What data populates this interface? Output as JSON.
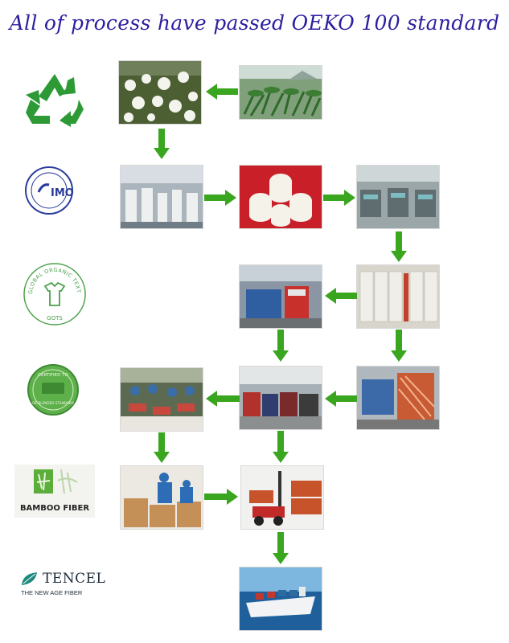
{
  "title": "All of process have passed OEKO 100 standard",
  "logos": {
    "recycle": "recycle-icon",
    "imo": {
      "name": "imo-certificate-logo",
      "text": "IMO"
    },
    "gots": {
      "name": "gots-logo",
      "ring_text": "GLOBAL ORGANIC TEXTILE STANDARD",
      "bottom_text": "GOTS"
    },
    "certified_oe": {
      "name": "certified-oe-logo",
      "top": "CERTIFIED TO",
      "bottom": "OE BLENDED STANDARD"
    },
    "bamboo": {
      "name": "bamboo-fiber-logo",
      "label": "BAMBOO FIBER"
    },
    "tencel": {
      "name": "tencel-logo",
      "brand": "TENCEL",
      "tagline": "THE NEW AGE FIBER"
    }
  },
  "steps": [
    "cotton-field-photo",
    "plant-field-photo",
    "spinning-mill-photo",
    "yarn-cones-photo",
    "weaving-mill-photo",
    "dyeing-machine-photo",
    "fabric-rolls-storage-photo",
    "garment-sewing-photo",
    "fabric-warehouse-photo",
    "finishing-machine-photo",
    "packing-boxes-photo",
    "forklift-loading-photo",
    "cargo-ship-photo"
  ],
  "colors": {
    "title": "#2b1fa0",
    "arrow": "#3aa51f",
    "logo_green": "#3f9e3f",
    "imo_blue": "#2a3c9c"
  }
}
